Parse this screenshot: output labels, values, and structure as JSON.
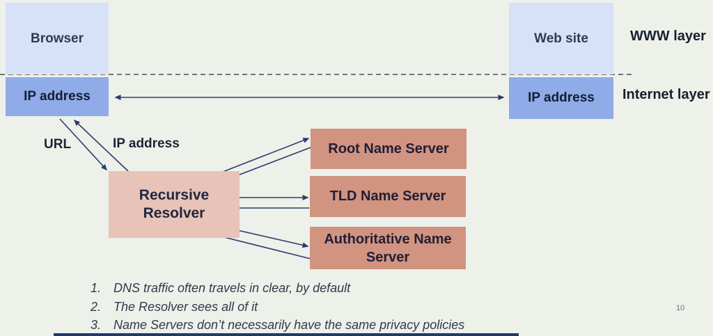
{
  "layers": {
    "www": "WWW layer",
    "internet": "Internet layer"
  },
  "nodes": {
    "browser": "Browser",
    "website": "Web site",
    "ip_left": "IP address",
    "ip_right": "IP address",
    "resolver": "Recursive Resolver",
    "root": "Root Name Server",
    "tld": "TLD Name Server",
    "auth": "Authoritative Name Server"
  },
  "edge_labels": {
    "url": "URL",
    "ip": "IP address"
  },
  "notes": [
    {
      "num": "1.",
      "text": "DNS traffic often travels in clear, by default"
    },
    {
      "num": "2.",
      "text": "The Resolver sees all of it"
    },
    {
      "num": "3.",
      "text": "Name Servers don’t necessarily have the same privacy policies"
    }
  ],
  "page_number": "10",
  "colors": {
    "background": "#eef0ea",
    "layer_box": "#d7e1f7",
    "ip_box": "#8fabe8",
    "resolver_box": "#e8c3b7",
    "server_box": "#d09480",
    "arrow": "#2d3d6b",
    "dashed_divider": "#4a4f57",
    "footer_bar": "#1f3a68"
  }
}
